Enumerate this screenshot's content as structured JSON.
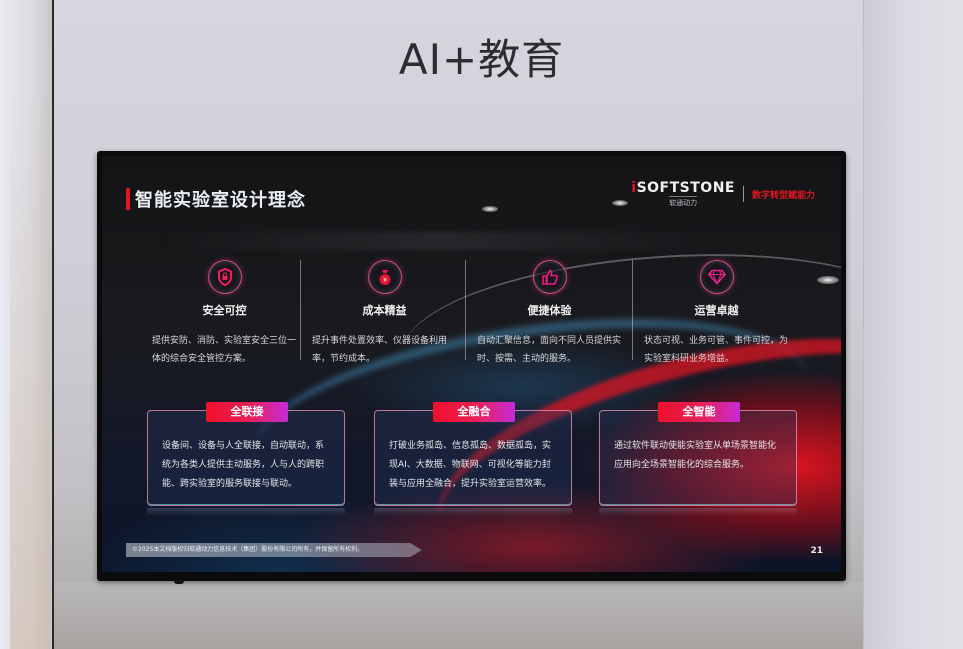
{
  "wall": {
    "title": "AI+教育"
  },
  "slide": {
    "title": "智能实验室设计理念",
    "logo": {
      "brand_prefix": "i",
      "brand": "SOFTSTONE",
      "sub": "软通动力",
      "slogan": "数字转型赋能力"
    },
    "features": [
      {
        "icon": "shield-lock-icon",
        "title": "安全可控",
        "description": "提供安防、消防、实验室安全三位一体的综合安全管控方案。"
      },
      {
        "icon": "money-bag-icon",
        "title": "成本精益",
        "description": "提升事件处置效率、仪器设备利用率，节约成本。"
      },
      {
        "icon": "thumbs-up-icon",
        "title": "便捷体验",
        "description": "自动汇聚信息，面向不同人员提供实时、按需、主动的服务。"
      },
      {
        "icon": "diamond-icon",
        "title": "运营卓越",
        "description": "状态可视、业务可管、事件可控，为实验室科研业务增益。"
      }
    ],
    "cards": [
      {
        "label": "全联接",
        "body": "设备间、设备与人全联接，自动联动，系统为各类人提供主动服务，人与人的跨职能、跨实验室的服务联接与联动。"
      },
      {
        "label": "全融合",
        "body": "打破业务孤岛、信息孤岛、数据孤岛，实现AI、大数据、物联网、可视化等能力封装与应用全融合，提升实验室运营效率。"
      },
      {
        "label": "全智能",
        "body": "通过软件联动使能实验室从单场景智能化应用向全场景智能化的综合服务。"
      }
    ],
    "footer_text": "©2025本文档版权归软通动力信息技术（集团）股份有限公司所有，并保留所有权利。",
    "page_number": "21"
  },
  "colors": {
    "accent_red": "#e01622",
    "tab_gradient_start": "#f0102c",
    "tab_gradient_end": "#c62bd9",
    "wall": "#d4d4dc"
  }
}
